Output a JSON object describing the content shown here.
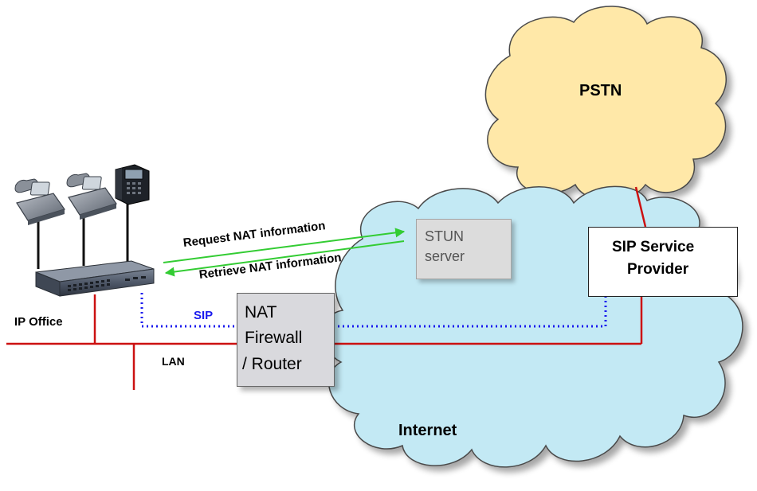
{
  "labels": {
    "pstn": "PSTN",
    "internet": "Internet",
    "sip_provider_line1": "SIP Service",
    "sip_provider_line2": "Provider",
    "stun_line1": "STUN",
    "stun_line2": "server",
    "nat_line1": "NAT",
    "nat_line2": "Firewall",
    "nat_line3": "/ Router",
    "ip_office": "IP Office",
    "lan": "LAN",
    "sip": "SIP",
    "request_nat": "Request NAT information",
    "retrieve_nat": "Retrieve NAT information"
  },
  "colors": {
    "cloud_pstn_fill": "#ffe8a8",
    "cloud_internet_fill": "#c3e9f4",
    "cloud_stroke": "#4a4a4a",
    "network_line": "#cc1111",
    "arrow_green": "#33cc33",
    "sip_dotted": "#1a1aee",
    "stun_fill": "#dcdcdc",
    "nat_fill": "#d9d9dd",
    "sip_label": "#1a1aee"
  },
  "icons": {
    "phone_1": "desk-phone-icon",
    "phone_2": "desk-phone-icon",
    "phone_3": "desk-phone-icon",
    "ip_office": "ip-office-unit-icon"
  }
}
